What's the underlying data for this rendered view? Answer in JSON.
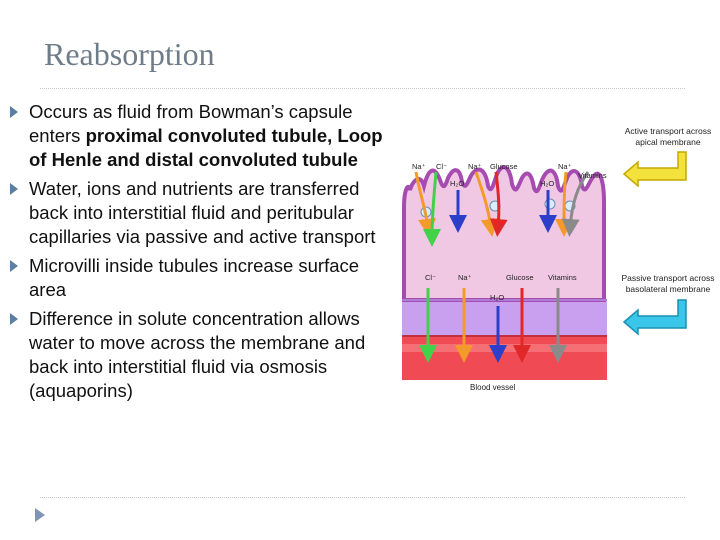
{
  "slide": {
    "title": "Reabsorption"
  },
  "bullets": [
    {
      "runs": [
        {
          "text": "Occurs as fluid from Bowman’s capsule enters ",
          "bold": false
        },
        {
          "text": "proximal convoluted tubule, Loop of Henle and distal convoluted tubule",
          "bold": true
        }
      ]
    },
    {
      "runs": [
        {
          "text": "Water, ions and nutrients are transferred back into interstitial fluid and peritubular capillaries via passive and active transport",
          "bold": false
        }
      ]
    },
    {
      "runs": [
        {
          "text": "Microvilli inside tubules increase surface area",
          "bold": false
        }
      ]
    },
    {
      "runs": [
        {
          "text": "Difference in solute concentration allows water to move across the membrane and back into interstitial fluid via osmosis (aquaporins)",
          "bold": false
        }
      ]
    }
  ],
  "diagram": {
    "apical_label_line1": "Active transport across",
    "apical_label_line2": "apical membrane",
    "basolateral_label_line1": "Passive transport across",
    "basolateral_label_line2": "basolateral membrane",
    "vessel_label": "Blood vessel",
    "top_labels": {
      "na1": "Na⁺",
      "cl1": "Cl⁻",
      "na2": "Na⁺",
      "glucose": "Glucose",
      "na3": "Na⁺",
      "vitamins": "Vitamins",
      "h2o_left": "H₂O",
      "h2o_right": "H₂O"
    },
    "mid_labels": {
      "cl": "Cl⁻",
      "na": "Na⁺",
      "glucose": "Glucose",
      "vitamins": "Vitamins",
      "h2o": "H₂O"
    },
    "colors": {
      "cell": "#f0c8e4",
      "membrane": "#a64bb0",
      "interstitial": "#c9a0f0",
      "blood": "#f04a55",
      "blood_light": "#f88888",
      "apical_arrow": "#f3e23b",
      "basolateral_arrow": "#39c6ea"
    }
  }
}
